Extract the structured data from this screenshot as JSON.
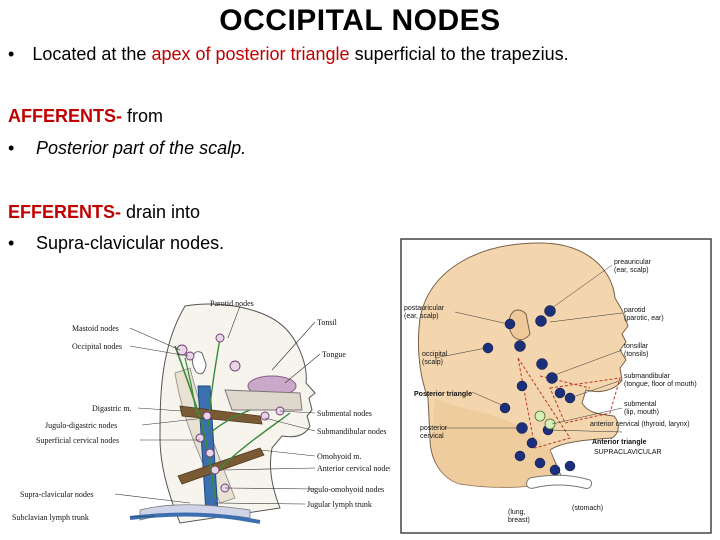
{
  "slide": {
    "title": "OCCIPITAL NODES",
    "bullet_marker": "•",
    "location": {
      "prefix": "Located at the ",
      "highlight": "apex of posterior triangle",
      "suffix": " superficial to the trapezius."
    },
    "afferents": {
      "label": "AFFERENTS-",
      "rest": " from",
      "item": "Posterior part of the scalp."
    },
    "efferents": {
      "label": "EFFERENTS-",
      "rest": " drain into",
      "item": "Supra-clavicular nodes."
    }
  },
  "left_figure": {
    "labels": {
      "parotid": "Parotid nodes",
      "mastoid": "Mastoid nodes",
      "occipital": "Occipital nodes",
      "tonsil": "Tonsil",
      "tongue": "Tongue",
      "digastric": "Digastric m.",
      "jugulo_digastric": "Jugulo-digastric nodes",
      "superficial_cervical": "Superficial cervical nodes",
      "submental": "Submental nodes",
      "submandibular": "Submandibular nodes",
      "omohyoid": "Omohyoid m.",
      "anterior_cervical": "Anterior cervical nodes",
      "supra_clavicular": "Supra-clavicular nodes",
      "jugulo_omohyoid": "Jugulo-omohyoid nodes",
      "jugular_trunk": "Jugular lymph trunk",
      "subclavian_trunk": "Subclavian lymph trunk"
    }
  },
  "right_figure": {
    "labels": {
      "preauricular": "preauricular",
      "preauricular_sub": "(ear, scalp)",
      "postauricular": "postauricular",
      "postauricular_sub": "(ear, scalp)",
      "parotid": "parotid",
      "parotid_sub": "(parotic, ear)",
      "occipital": "occipital",
      "occipital_sub": "(scalp)",
      "tonsillar": "tonsillar",
      "tonsillar_sub": "(tonsils)",
      "submandibular": "submandibular",
      "submandibular_sub": "(tongue, floor of mouth)",
      "posterior_triangle": "Posterior triangle",
      "submental": "submental",
      "submental_sub": "(lip, mouth)",
      "posterior_cervical": "posterior",
      "posterior_cervical_sub": "cervical",
      "anterior_cervical": "anterior cervical (thyroid, larynx)",
      "anterior_triangle": "Anterior triangle",
      "supraclavicular": "SUPRACLAVICULAR",
      "lung": "(lung,",
      "lung_sub": "breast)",
      "stomach": "(stomach)"
    }
  }
}
